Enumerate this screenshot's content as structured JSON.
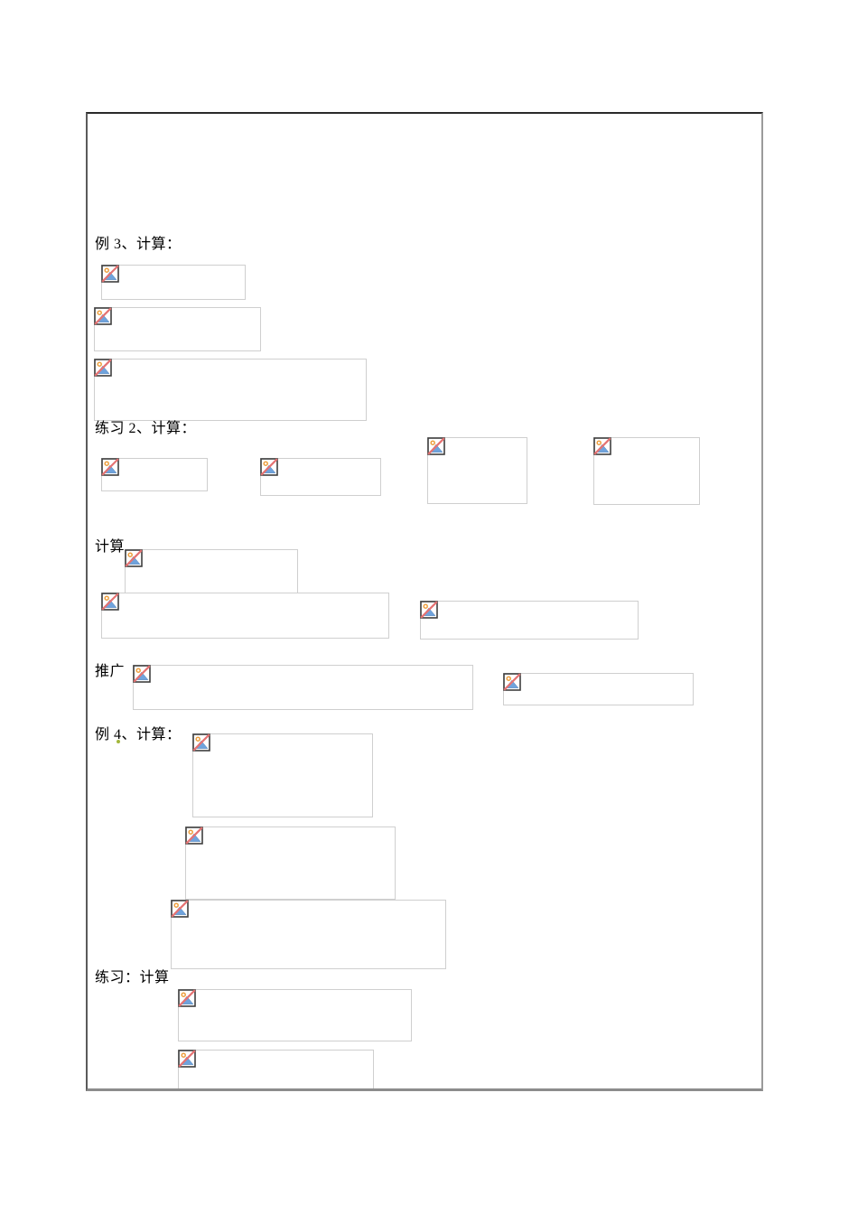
{
  "page": {
    "type": "document-preview",
    "background_color": "#ffffff",
    "page_border_color": "#5a5a5a",
    "image_box_border_color": "#cfcfcf"
  },
  "document": {
    "sections": [
      {
        "id": "example-3",
        "label": "例 3、计算：",
        "image_count": 3
      },
      {
        "id": "exercise-2",
        "label": "练习 2、计算：",
        "image_count": 4
      },
      {
        "id": "compute",
        "label": "计算",
        "image_count": 3
      },
      {
        "id": "extension",
        "label": "推广",
        "image_count": 2
      },
      {
        "id": "example-4",
        "label": "例 4、计算：",
        "image_count": 3
      },
      {
        "id": "exercise-compute",
        "label": "练习：计算",
        "image_count": 2
      }
    ],
    "broken_image_icon": {
      "name": "broken-image-icon",
      "border_color": "#3f3f3f",
      "sun_color": "#ee9f3e",
      "mountain_color": "#6fa3dd",
      "slash_color": "#e57373"
    },
    "spellcheck_dot_color": "#a3b73c",
    "total_image_placeholders": 17
  }
}
